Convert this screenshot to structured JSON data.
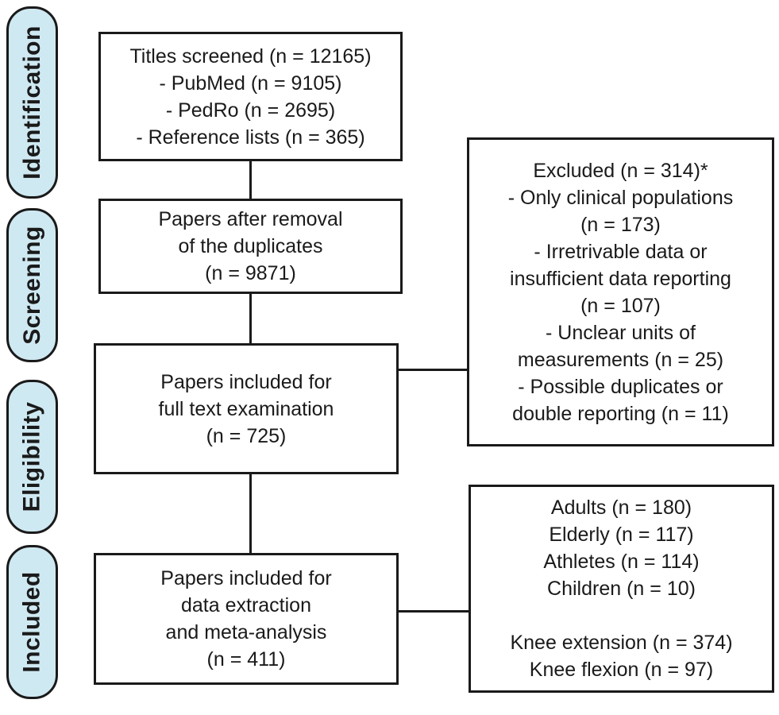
{
  "figure": {
    "type": "prisma-flow-diagram",
    "background_color": "#ffffff",
    "text_color": "#1a1a1a",
    "stage_pill_fill": "#cfe9f2",
    "stage_pill_border": "#1a1a1a",
    "box_border": "#1a1a1a"
  },
  "stages": {
    "identification": "Identification",
    "screening": "Screening",
    "eligibility": "Eligibility",
    "included": "Included"
  },
  "boxes": {
    "titles_screened": {
      "lines": [
        "Titles screened (n = 12165)",
        "- PubMed (n = 9105)",
        "- PedRo (n = 2695)",
        "- Reference lists (n = 365)"
      ]
    },
    "after_duplicates": {
      "lines": [
        "Papers after removal",
        "of the duplicates",
        "(n = 9871)"
      ]
    },
    "full_text": {
      "lines": [
        "Papers included for",
        "full text examination",
        "(n = 725)"
      ]
    },
    "meta_analysis": {
      "lines": [
        "Papers included for",
        "data extraction",
        "and meta-analysis",
        "(n = 411)"
      ]
    },
    "excluded": {
      "lines": [
        "Excluded (n = 314)*",
        "- Only clinical populations",
        "(n = 173)",
        "- Irretrivable data or",
        "insufficient data reporting",
        "(n = 107)",
        "- Unclear units of",
        "measurements (n = 25)",
        "- Possible duplicates or",
        "double reporting (n = 11)"
      ]
    },
    "included_detail": {
      "lines": [
        "Adults (n = 180)",
        "Elderly (n = 117)",
        "Athletes (n = 114)",
        "Children (n = 10)",
        "",
        "Knee extension (n = 374)",
        "Knee flexion (n = 97)"
      ]
    }
  }
}
